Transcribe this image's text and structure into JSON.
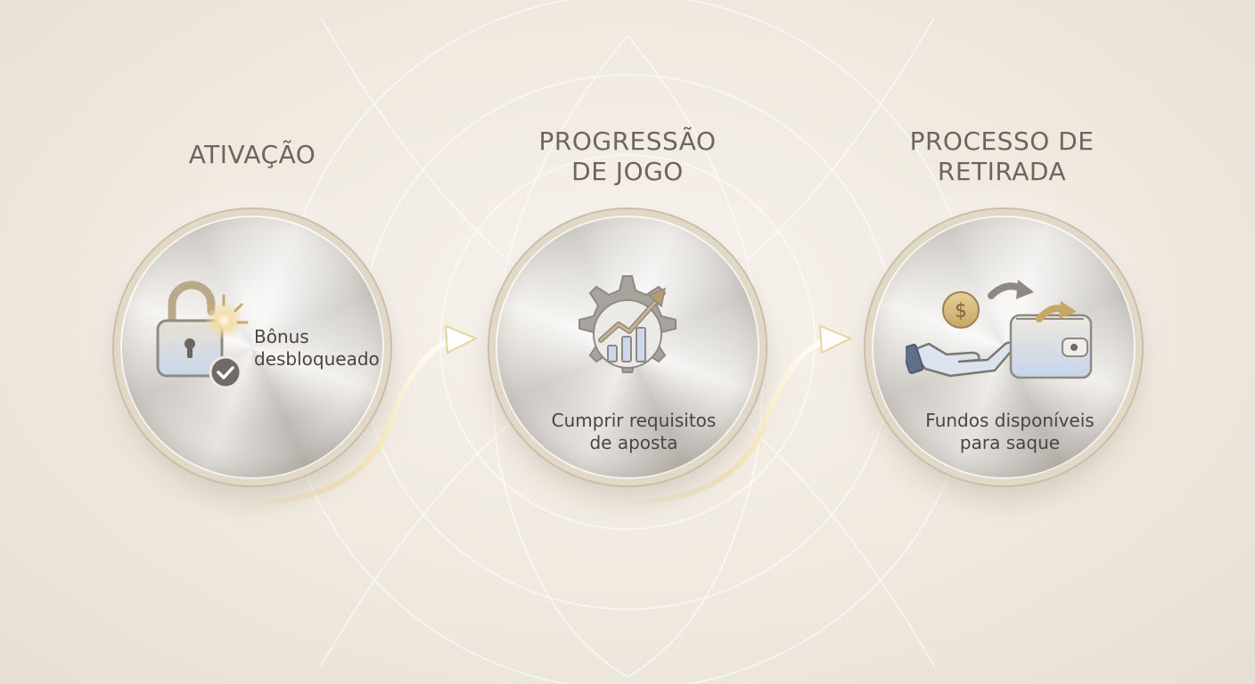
{
  "steps": [
    {
      "title": "ATIVAÇÃO",
      "caption": "Bônus\ndesbloqueado",
      "icon": "unlocked-padlock-check-icon"
    },
    {
      "title": "PROGRESSÃO\nDE JOGO",
      "caption": "Cumprir requisitos\nde aposta",
      "icon": "gear-growth-chart-icon"
    },
    {
      "title": "PROCESSO DE\nRETIRADA",
      "caption": "Fundos disponíveis\npara saque",
      "icon": "hand-coin-wallet-icon"
    }
  ],
  "colors": {
    "accent_gold": "#c9a96a",
    "title_text": "#6d665e",
    "icon_gray": "#a7a39d",
    "icon_blue": "#c8d6ea"
  }
}
